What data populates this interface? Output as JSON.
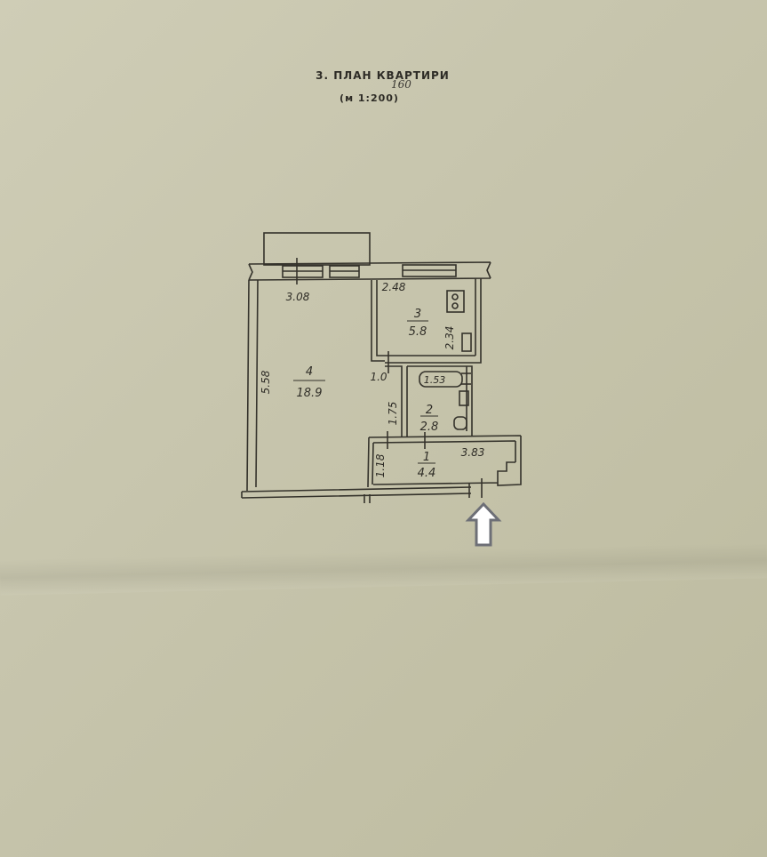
{
  "document": {
    "title": "3. ПЛАН КВАРТИРИ",
    "handwritten_note": "160",
    "scale": "(м 1:200)"
  },
  "rooms": [
    {
      "number": "4",
      "area": "18.9"
    },
    {
      "number": "3",
      "area": "5.8"
    },
    {
      "number": "2",
      "area": "2.8"
    },
    {
      "number": "1",
      "area": "4.4"
    }
  ],
  "dimensions": {
    "room4_width": "3.08",
    "room4_length": "5.58",
    "kitchen_width": "2.48",
    "kitchen_length": "2.34",
    "passage_width": "1.0",
    "passage_length": "1.75",
    "bathtub": "1.53",
    "hall_length": "3.83",
    "hall_width": "1.18"
  },
  "colors": {
    "paper": "#c9c7af",
    "ink": "#2f2d27",
    "entrance_arrow": "#ffffff"
  }
}
